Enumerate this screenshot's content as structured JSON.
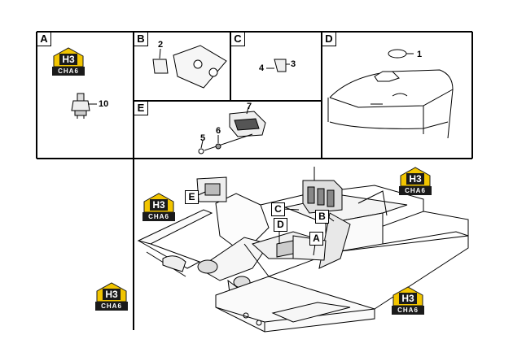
{
  "panels": {
    "a": {
      "letter": "A"
    },
    "b": {
      "letter": "B"
    },
    "c": {
      "letter": "C"
    },
    "d": {
      "letter": "D"
    },
    "e": {
      "letter": "E"
    }
  },
  "callouts": {
    "n1": "1",
    "n2": "2",
    "n3": "3",
    "n4": "4",
    "n5": "5",
    "n6": "6",
    "n7": "7",
    "n10": "10"
  },
  "main_labels": {
    "a": "A",
    "b": "B",
    "c": "C",
    "d": "D",
    "e": "E"
  },
  "logo": {
    "mark": "H3",
    "text": "CHA6",
    "color_yellow": "#f2c500",
    "color_dark": "#1a1a1a"
  }
}
